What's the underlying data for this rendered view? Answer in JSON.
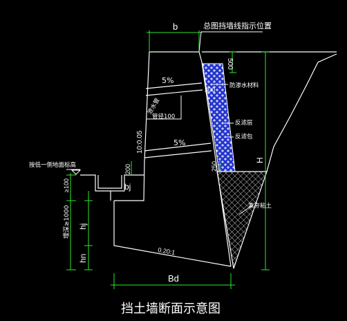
{
  "title": "挡土墙断面示意图",
  "labels": {
    "b": "b",
    "plan_position": "总图挡墙线指示位置",
    "dim_500": "500",
    "slope_top": "5%",
    "slope_mid": "5%",
    "drain_pipe_line1": "泄水管",
    "drain_pipe_line2": "管径100",
    "dim_300": "300",
    "waterproof": "防渗水材料",
    "filter_layer": "反滤层",
    "filter_pack": "反滤包",
    "ratio_wall": "10:0.05",
    "dim_200": "200",
    "dim_250": "250",
    "ground_note": "按低一侧地面标高",
    "dim_ge100": "≥100",
    "bj": "bj",
    "depth_ge1000": "埋深≥1000",
    "hj": "hj",
    "hn": "hn",
    "height_H": "H",
    "compacted_soil": "素夯粘土",
    "base_slope": "0.20:1",
    "Bd": "Bd"
  },
  "colors": {
    "background": "#000000",
    "structure": "#ffffff",
    "dimension": "#2ee82e",
    "label_green": "#39ff39",
    "fill_material": "#2233cc"
  }
}
